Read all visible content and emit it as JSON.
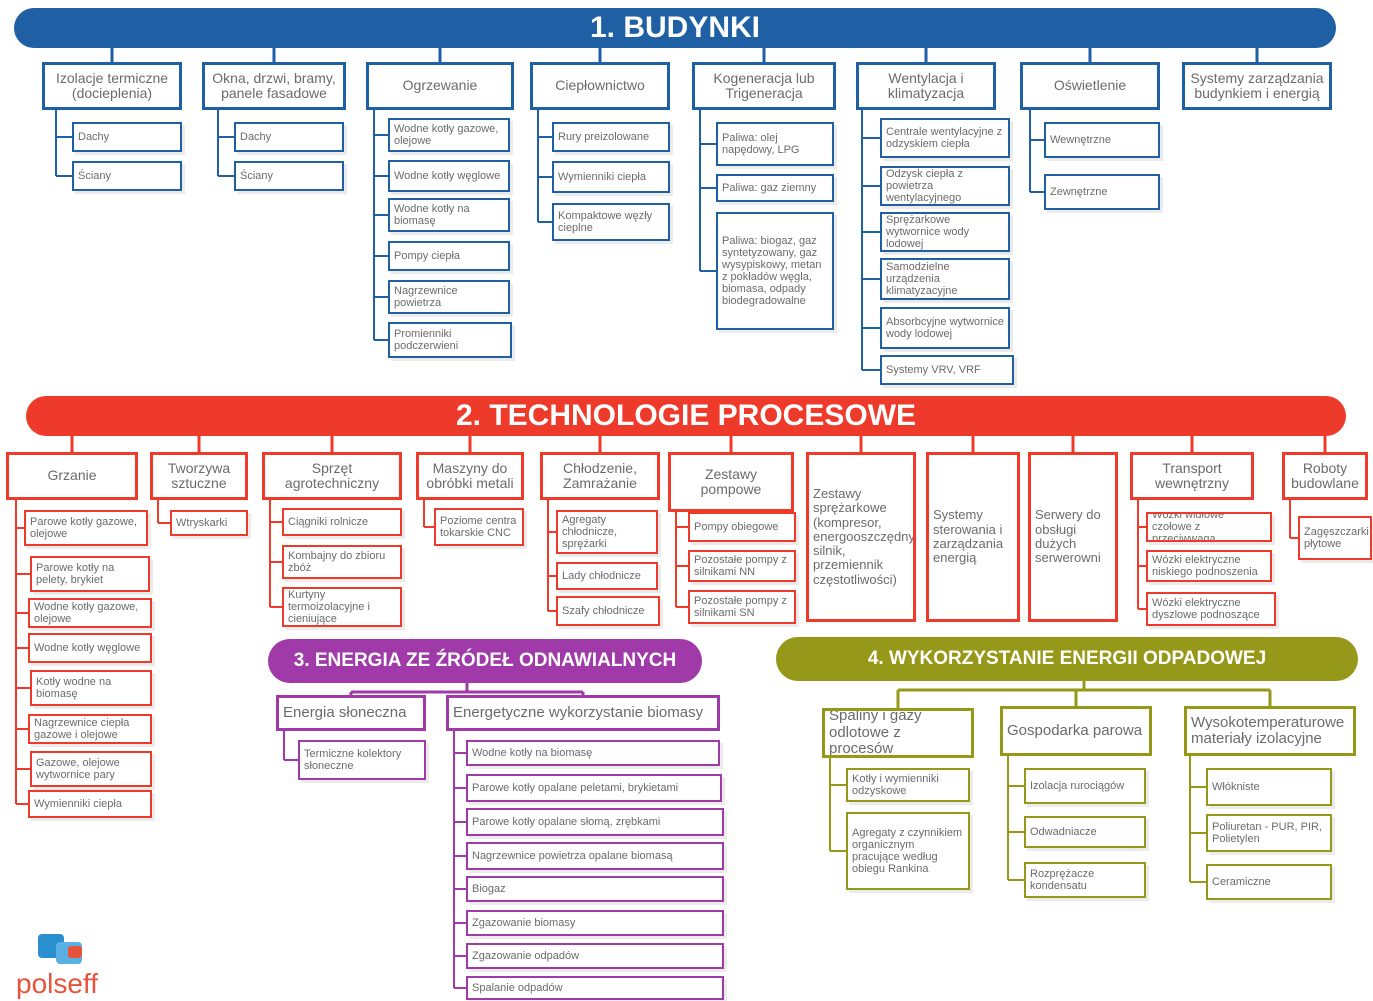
{
  "colors": {
    "buildings": "#1f5fa3",
    "process": "#ee3a2a",
    "renewable": "#a03aa8",
    "waste": "#96981a"
  },
  "banners": {
    "buildings": "1. BUDYNKI",
    "process": "2. TECHNOLOGIE PROCESOWE",
    "renewable": "3. ENERGIA ZE ŹRÓDEŁ ODNAWIALNYCH",
    "waste": "4. WYKORZYSTANIE ENERGII ODPADOWEJ"
  },
  "buildings": [
    {
      "label": "Izolacje termiczne (docieplenia)",
      "items": [
        "Dachy",
        "Ściany"
      ]
    },
    {
      "label": "Okna, drzwi, bramy, panele fasadowe",
      "items": [
        "Dachy",
        "Ściany"
      ]
    },
    {
      "label": "Ogrzewanie",
      "items": [
        "Wodne kotły gazowe, olejowe",
        "Wodne kotły węglowe",
        "Wodne kotły na biomasę",
        "Pompy ciepła",
        "Nagrzewnice powietrza",
        "Promienniki podczerwieni"
      ]
    },
    {
      "label": "Ciepłownictwo",
      "items": [
        "Rury preizolowane",
        "Wymienniki ciepła",
        "Kompaktowe węzły cieplne"
      ]
    },
    {
      "label": "Kogeneracja lub Trigeneracja",
      "items": [
        "Paliwa: olej napędowy, LPG",
        "Paliwa: gaz ziemny",
        "Paliwa: biogaz, gaz syntetyzowany, gaz wysypiskowy, metan z pokładów węgla, biomasa, odpady biodegradowalne"
      ]
    },
    {
      "label": "Wentylacja i klimatyzacja",
      "items": [
        "Centrale wentylacyjne z odzyskiem ciepła",
        "Odzysk ciepła z powietrza wentylacyjnego",
        "Sprężarkowe wytwornice wody lodowej",
        "Samodzielne urządzenia klimatyzacyjne",
        "Absorbcyjne wytwornice wody lodowej",
        "Systemy VRV, VRF"
      ]
    },
    {
      "label": "Oświetlenie",
      "items": [
        "Wewnętrzne",
        "Zewnętrzne"
      ]
    },
    {
      "label": "Systemy zarządzania budynkiem i energią",
      "items": []
    }
  ],
  "process": [
    {
      "label": "Grzanie",
      "items": [
        "Parowe kotły gazowe, olejowe",
        "Parowe kotły na pelety, brykiet",
        "Wodne kotły gazowe, olejowe",
        "Wodne kotły węglowe",
        "Kotły wodne na biomasę",
        "Nagrzewnice ciepła gazowe i olejowe",
        "Gazowe, olejowe wytwornice pary",
        "Wymienniki ciepła"
      ]
    },
    {
      "label": "Tworzywa sztuczne",
      "items": [
        "Wtryskarki"
      ]
    },
    {
      "label": "Sprzęt agrotechniczny",
      "items": [
        "Ciągniki rolnicze",
        "Kombajny do zbioru zbóż",
        "Kurtyny termoizolacyjne i cieniujące"
      ]
    },
    {
      "label": "Maszyny do obróbki metali",
      "items": [
        "Poziome centra tokarskie CNC"
      ]
    },
    {
      "label": "Chłodzenie, Zamrażanie",
      "items": [
        "Agregaty chłodnicze, sprężarki",
        "Lady chłodnicze",
        "Szafy chłodnicze"
      ]
    },
    {
      "label": "Zestawy pompowe",
      "items": [
        "Pompy obiegowe",
        "Pozostałe pompy z silnikami NN",
        "Pozostałe pompy z silnikami SN"
      ]
    },
    {
      "label": "Zestawy sprężarkowe (kompresor, energooszczędny silnik, przemiennik częstotliwości)",
      "items": []
    },
    {
      "label": "Systemy sterowania i zarządzania energią",
      "items": []
    },
    {
      "label": "Serwery do obsługi dużych serwerowni",
      "items": []
    },
    {
      "label": "Transport wewnętrzny",
      "items": [
        "Wózki widłowe czołowe z przeciwwagą",
        "Wózki elektryczne niskiego podnoszenia",
        "Wózki elektryczne dyszlowe podnoszące"
      ]
    },
    {
      "label": "Roboty budowlane",
      "items": [
        "Zagęszczarki płytowe"
      ]
    }
  ],
  "renewable": [
    {
      "label": "Energia słoneczna",
      "items": [
        "Termiczne kolektory słoneczne"
      ]
    },
    {
      "label": "Energetyczne wykorzystanie biomasy",
      "items": [
        "Wodne kotły na biomasę",
        "Parowe kotły opalane peletami, brykietami",
        "Parowe kotły opalane słomą, zrębkami",
        "Nagrzewnice powietrza opalane biomasą",
        "Biogaz",
        "Zgazowanie biomasy",
        "Zgazowanie odpadów",
        "Spalanie odpadów"
      ]
    }
  ],
  "waste": [
    {
      "label": "Spaliny i gazy odlotowe z procesów",
      "items": [
        "Kotły i wymienniki odzyskowe",
        "Agregaty z czynnikiem organicznym pracujące według obiegu Rankina"
      ]
    },
    {
      "label": "Gospodarka parowa",
      "items": [
        "Izolacja rurociągów",
        "Odwadniacze",
        "Rozprężacze kondensatu"
      ]
    },
    {
      "label": "Wysokotemperaturowe materiały izolacyjne",
      "items": [
        "Włókniste",
        "Poliuretan - PUR, PIR, Polietylen",
        "Ceramiczne"
      ]
    }
  ],
  "logo": {
    "text": "polseff"
  }
}
